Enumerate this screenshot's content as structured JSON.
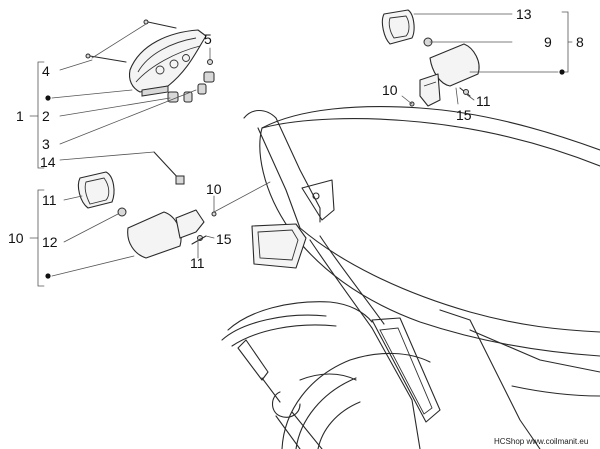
{
  "labels": {
    "l1": "1",
    "l2": "2",
    "l3": "3",
    "l4": "4",
    "l5": "5",
    "l8": "8",
    "l9": "9",
    "l10a": "10",
    "l10b": "10",
    "l10c": "10",
    "l11a": "11",
    "l11b": "11",
    "l11c": "11",
    "l12": "12",
    "l13": "13",
    "l14": "14",
    "l15a": "15",
    "l15b": "15"
  },
  "watermark": "HCShop www.coilmanit.eu"
}
